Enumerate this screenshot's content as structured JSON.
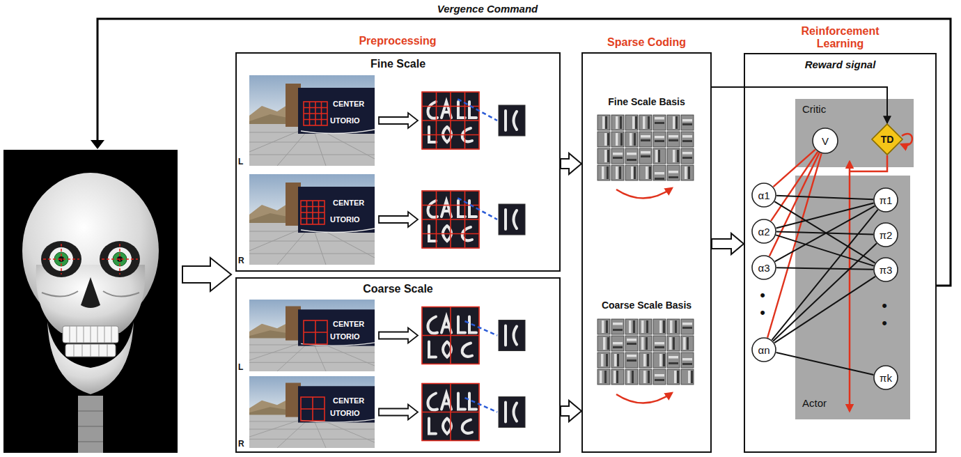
{
  "diagram": {
    "nodes": [
      {
        "text": [
          "Fine Scale"
        ]
      },
      {
        "text": [
          "Coarse Scale"
        ]
      },
      {
        "text": [
          "Sparse Coding",
          "Fine Scale Basis",
          "Coarse Scale Basis"
        ]
      },
      {
        "text": [
          "Reinforcement Learning",
          "Reward signal"
        ]
      },
      {
        "text": [
          "Critic"
        ],
        "in": 3
      },
      {
        "text": [
          "V"
        ],
        "in": 4
      },
      {
        "text": [
          "TD"
        ],
        "in": 4
      },
      {
        "text": [
          "Actor"
        ],
        "in": 3
      },
      {
        "text": [
          "α1"
        ],
        "in": 3
      },
      {
        "text": [
          "α2"
        ],
        "in": 3
      },
      {
        "text": [
          "α3"
        ],
        "in": 3
      },
      {
        "text": [
          "αn"
        ],
        "in": 3
      },
      {
        "text": [
          "π1"
        ],
        "in": 7
      },
      {
        "text": [
          "π2"
        ],
        "in": 7
      },
      {
        "text": [
          "π3"
        ],
        "in": 7
      },
      {
        "text": [
          "πk"
        ],
        "in": 7
      }
    ],
    "edges": [
      {
        "from": 0,
        "to": 2,
        "arrow": "to"
      },
      {
        "from": 1,
        "to": 2,
        "arrow": "to"
      },
      {
        "from": 2,
        "to": 3,
        "arrow": "to"
      },
      {
        "from": 2,
        "to": 6,
        "arrow": "to"
      },
      {
        "from": 5,
        "to": 8,
        "arrow": "none"
      },
      {
        "from": 5,
        "to": 9,
        "arrow": "none"
      },
      {
        "from": 5,
        "to": 10,
        "arrow": "none"
      },
      {
        "from": 5,
        "to": 11,
        "arrow": "none"
      },
      {
        "from": 8,
        "to": 12,
        "arrow": "none"
      },
      {
        "from": 8,
        "to": 14,
        "arrow": "none"
      },
      {
        "from": 9,
        "to": 12,
        "arrow": "none"
      },
      {
        "from": 9,
        "to": 13,
        "arrow": "none"
      },
      {
        "from": 9,
        "to": 14,
        "arrow": "none"
      },
      {
        "from": 10,
        "to": 12,
        "arrow": "none"
      },
      {
        "from": 10,
        "to": 14,
        "arrow": "none"
      },
      {
        "from": 11,
        "to": 12,
        "arrow": "none"
      },
      {
        "from": 11,
        "to": 13,
        "arrow": "none"
      },
      {
        "from": 11,
        "to": 14,
        "arrow": "none"
      },
      {
        "from": 11,
        "to": 15,
        "arrow": "none"
      }
    ],
    "labels": [
      "Vergence Command",
      "Preprocessing",
      "CENTER",
      "UTORIO",
      "L",
      "CENTER",
      "UTORIO",
      "R",
      "CENTER",
      "UTORIO",
      "L",
      "CENTER",
      "UTORIO",
      "R",
      "•",
      "•",
      "•",
      "•"
    ]
  }
}
